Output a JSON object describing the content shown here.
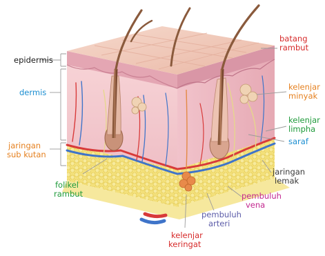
{
  "labels": {
    "epidermis": "epidermis",
    "dermis": "dermis",
    "jaringan_sub_kutan": [
      "jaringan",
      "sub kutan"
    ],
    "folikel_rambut": [
      "folikel",
      "rambut"
    ],
    "batang_rambut": [
      "batang",
      "rambut"
    ],
    "kelenjar_minyak": [
      "kelenjar",
      "minyak"
    ],
    "kelenjar_limpha": [
      "kelenjar",
      "limpha"
    ],
    "saraf": "saraf",
    "jaringan_lemak": [
      "jaringan",
      "lemak"
    ],
    "pembuluh_vena": [
      "pembuluh",
      "vena"
    ],
    "pembuluh_arteri": [
      "pembuluh",
      "arteri"
    ],
    "kelenjar_keringat": [
      "kelenjar",
      "keringat"
    ]
  },
  "colors": {
    "black_label": "#1a1a1a",
    "blue_label": "#1b8ed1",
    "orange_label": "#e5801f",
    "green_label": "#1e9a3a",
    "red_label": "#d62a2a",
    "magenta_label": "#c2268e",
    "purple_label": "#5b5ba8",
    "skin_top": "#f2c9b8",
    "dermis": "#f4cbd0",
    "fat": "#f1dc6a",
    "artery": "#d83a3a",
    "vein": "#3f74c9"
  }
}
